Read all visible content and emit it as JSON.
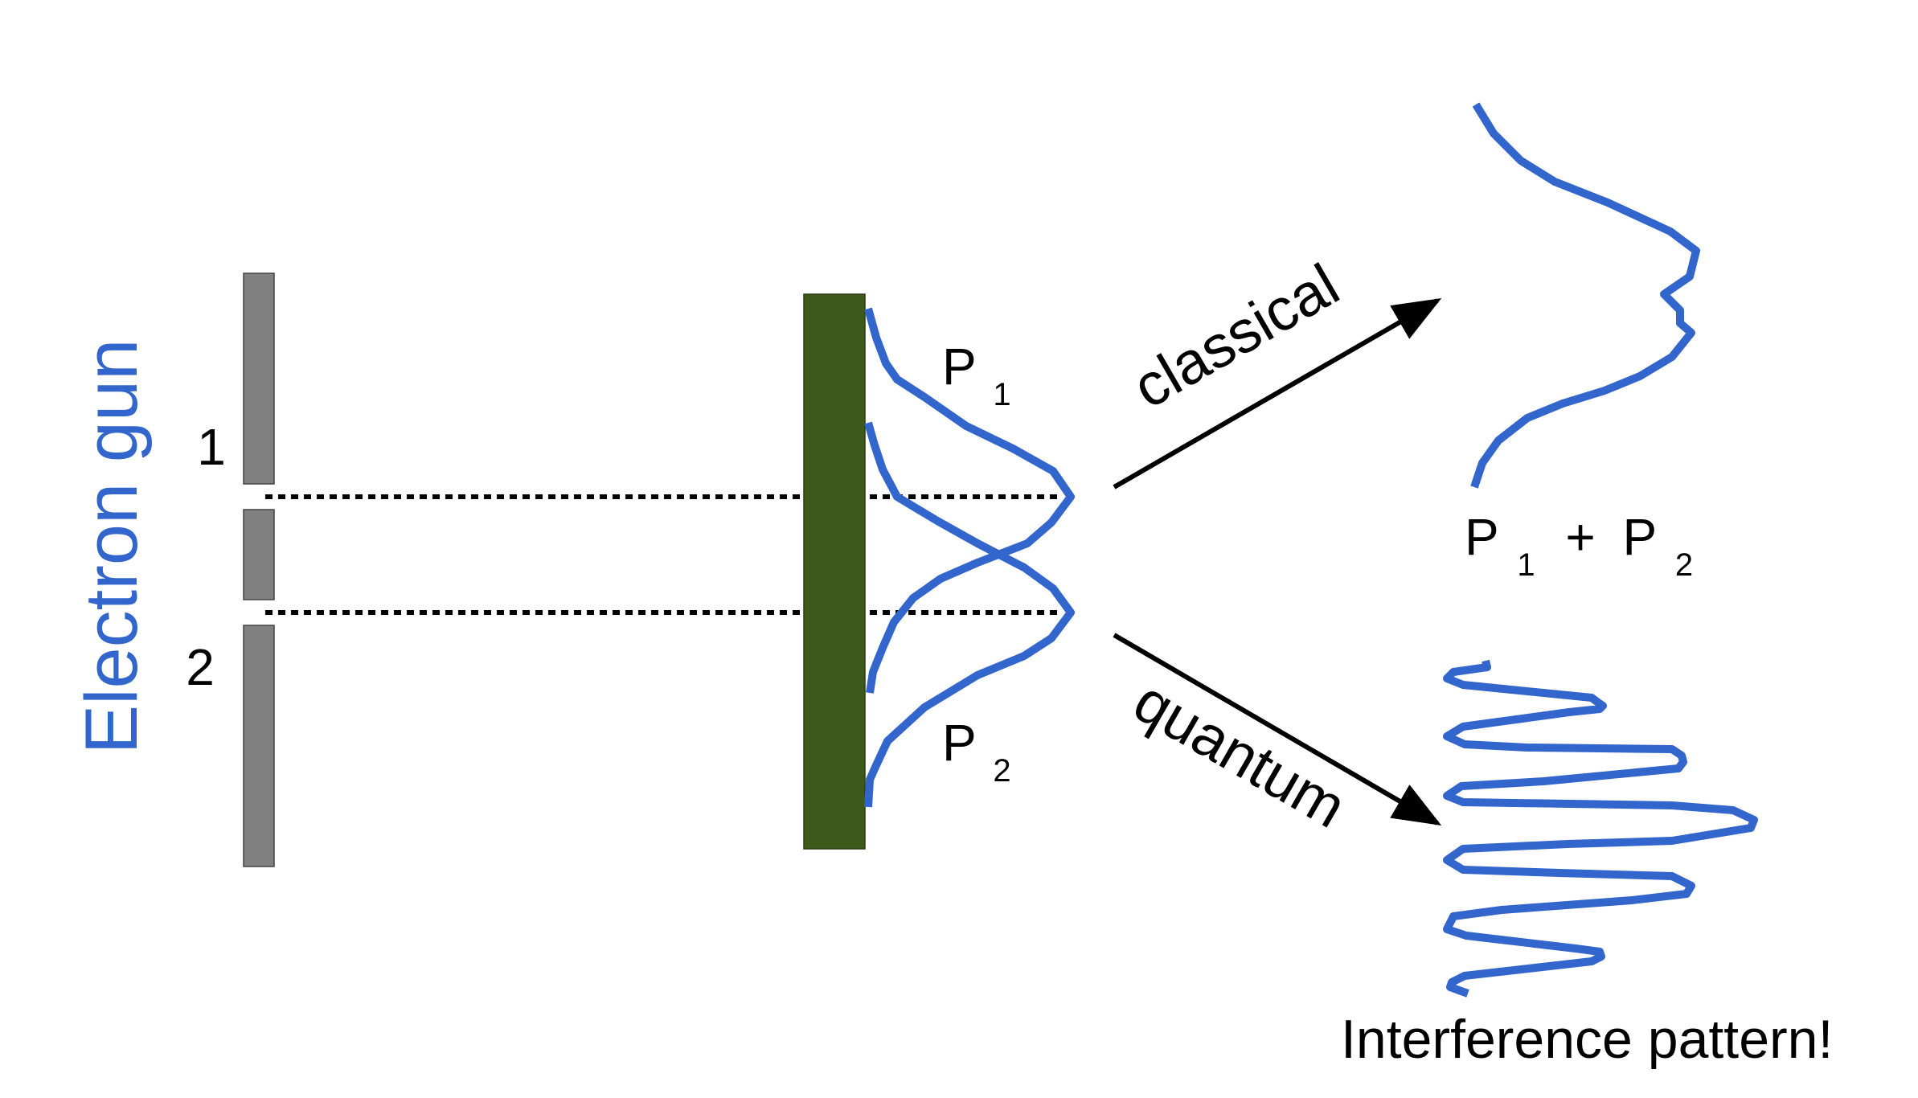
{
  "electron_gun_label": "Electron gun",
  "slits": [
    {
      "label": "1"
    },
    {
      "label": "2"
    }
  ],
  "distribution_labels": {
    "p1": {
      "letter": "P",
      "sub": "1"
    },
    "p2": {
      "letter": "P",
      "sub": "2"
    }
  },
  "arrows": {
    "classical": "classical",
    "quantum": "quantum"
  },
  "classical_result": {
    "p1_letter": "P",
    "p1_sub": "1",
    "plus": "+",
    "p2_letter": "P",
    "p2_sub": "2"
  },
  "quantum_result_label": "Interference pattern!",
  "colors": {
    "curve_blue": "#3366cc",
    "wall_gray": "#808080",
    "screen_green": "#3e5a1b",
    "text": "#000000"
  }
}
